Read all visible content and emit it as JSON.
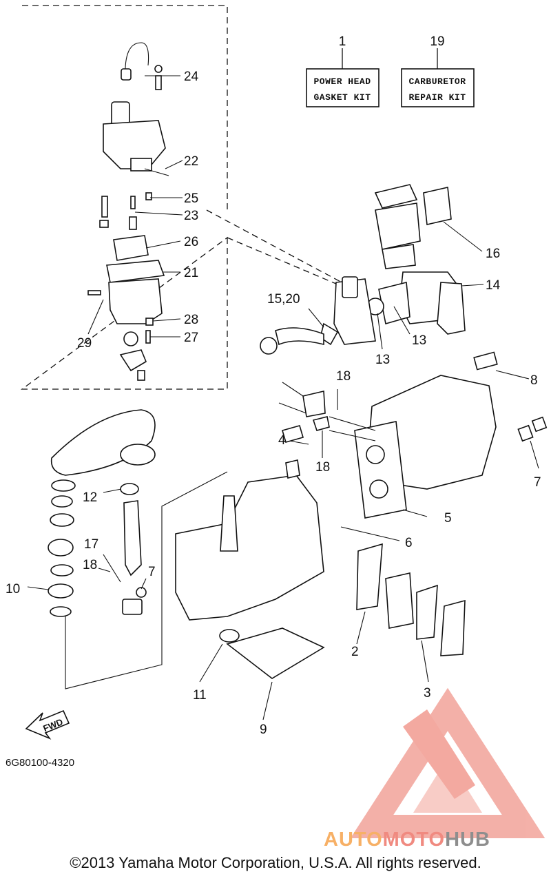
{
  "kits": [
    {
      "number": "1",
      "line1": "POWER HEAD",
      "line2": "GASKET KIT"
    },
    {
      "number": "19",
      "line1": "CARBURETOR",
      "line2": "REPAIR KIT"
    }
  ],
  "callouts": {
    "c24": "24",
    "c22": "22",
    "c25": "25",
    "c23": "23",
    "c26": "26",
    "c21": "21",
    "c28": "28",
    "c27": "27",
    "c29": "29",
    "c16": "16",
    "c14": "14",
    "c1520": "15,20",
    "c13a": "13",
    "c13b": "13",
    "c8": "8",
    "c18a": "18",
    "c4": "4",
    "c18b": "18",
    "c7a": "7",
    "c5": "5",
    "c12": "12",
    "c6": "6",
    "c17": "17",
    "c18c": "18",
    "c7b": "7",
    "c10": "10",
    "c2": "2",
    "c11": "11",
    "c9": "9",
    "c3": "3"
  },
  "direction_label": "FWD",
  "drawing_code": "6G80100-4320",
  "watermark": {
    "part1": "AUTO",
    "part2": "MOTO",
    "part3": "HUB",
    "color_a": "#f7b066",
    "color_b": "#f08a80",
    "color_c": "#8e8e8e"
  },
  "copyright": "©2013 Yamaha Motor Corporation, U.S.A. All rights reserved."
}
